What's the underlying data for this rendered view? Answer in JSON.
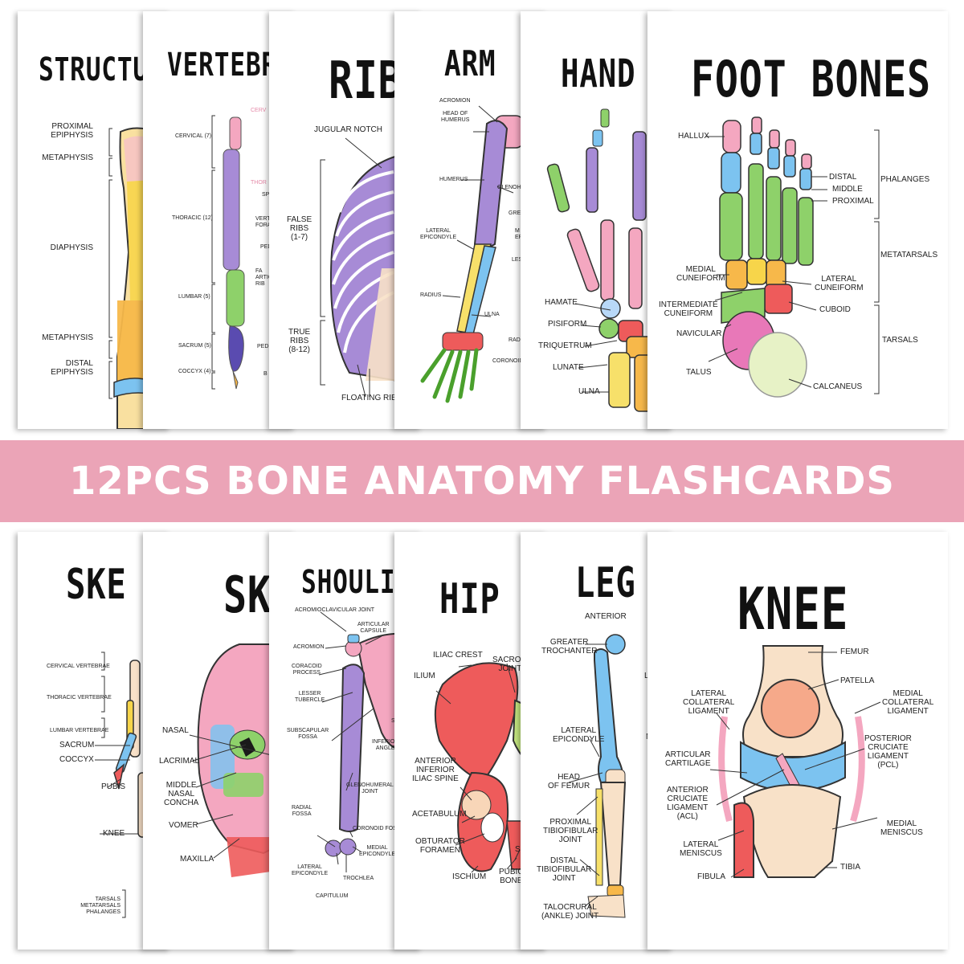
{
  "banner": {
    "text": "12PCS BONE ANATOMY FLASHCARDS",
    "color": "#eba4b7"
  },
  "colors": {
    "pink": "#f4a7c0",
    "blue": "#7cc3f0",
    "purple": "#a78bd6",
    "green": "#8ed16a",
    "yellow": "#f7d54a",
    "red": "#ee5b5b",
    "orange": "#f7b84a",
    "cream": "#f8e1c8"
  },
  "cards_top": [
    {
      "title": "STRUCTU",
      "labels": [
        "PROXIMAL\nEPIPHYSIS",
        "METAPHYSIS",
        "DIAPHYSIS",
        "METAPHYSIS",
        "DISTAL\nEPIPHYSIS"
      ]
    },
    {
      "title": "VERTEBR",
      "labels": [
        "CERVICAL (7)",
        "THORACIC (12)",
        "LUMBAR (5)",
        "SACRUM (5)",
        "COCCYX (4)",
        "CERV",
        "THOR",
        "SP",
        "VERT\nFORA",
        "PED",
        "FA\nARTIC\nRIB",
        "PEDI",
        "B"
      ]
    },
    {
      "title": "RIB",
      "labels": [
        "JUGULAR NOTCH",
        "FALSE\nRIBS\n(1-7)",
        "TRUE\nRIBS\n(8-12)",
        "FLOATING RIBS"
      ]
    },
    {
      "title": "ARM",
      "labels": [
        "ACROMION",
        "HEAD OF\nHUMERUS",
        "HUMERUS",
        "GLENOHU",
        "GREA",
        "LATERAL\nEPICONDYLE",
        "M\nEPIC",
        "LES",
        "RADIUS",
        "ULNA",
        "RADI",
        "CORONOID"
      ]
    },
    {
      "title": "HAND",
      "labels": [
        "HAMATE",
        "PISIFORM",
        "TRIQUETRUM",
        "LUNATE",
        "ULNA"
      ]
    },
    {
      "title": "FOOT BONES",
      "labels": [
        "HALLUX",
        "DISTAL",
        "MIDDLE",
        "PROXIMAL",
        "PHALANGES",
        "METATARSALS",
        "MEDIAL\nCUNEIFORM",
        "LATERAL\nCUNEIFORM",
        "INTERMEDIATE\nCUNEIFORM",
        "CUBOID",
        "NAVICULAR",
        "TARSALS",
        "TALUS",
        "CALCANEUS"
      ]
    }
  ],
  "cards_bottom": [
    {
      "title": "SKE",
      "labels": [
        "CERVICAL VERTEBRAE",
        "THORACIC VERTEBRAE",
        "LUMBAR VERTEBRAE",
        "SACRUM",
        "COCCYX",
        "PUBIS",
        "KNEE",
        "TARSALS\nMETATARSALS\nPHALANGES"
      ]
    },
    {
      "title": "SK",
      "labels": [
        "NASAL",
        "LACRIMAL",
        "MIDDLE\nNASAL\nCONCHA",
        "VOMER",
        "MAXILLA"
      ]
    },
    {
      "title": "SHOULI",
      "labels": [
        "ACROMIOCLAVICULAR JOINT",
        "ARTICULAR\nCAPSULE",
        "ACROMION",
        "CORACOID\nPROCESS",
        "LESSER\nTUBERCLE",
        "SUBSCAPULAR\nFOSSA",
        "S",
        "INFERIOR\nANGLE",
        "GLENOHUMERAL\nJOINT",
        "RADIAL\nFOSSA",
        "CORONOID FOS",
        "MEDIAL\nEPICONDYLE",
        "LATERAL\nEPICONDYLE",
        "TROCHLEA",
        "CAPITULUM"
      ]
    },
    {
      "title": "HIP",
      "labels": [
        "ILIAC CREST",
        "SACROIL\nJOINT",
        "ILIUM",
        "ANTERIOR\nINFERIOR\nILIAC SPINE",
        "ACETABULUM",
        "OBTURATOR\nFORAMEN",
        "SY",
        "ISCHIUM",
        "PUBIC\nBONE"
      ]
    },
    {
      "title": "LEG",
      "labels": [
        "ANTERIOR",
        "GREATER\nTROCHANTER",
        "LES",
        "LATERAL\nEPICONDYLE",
        "ME",
        "HEAD\nOF FEMUR",
        "PROXIMAL\nTIBIOFIBULAR\nJOINT",
        "DISTAL\nTIBIOFIBULAR\nJOINT",
        "TALOCRURAL\n(ANKLE) JOINT"
      ]
    },
    {
      "title": "KNEE",
      "labels": [
        "FEMUR",
        "PATELLA",
        "LATERAL\nCOLLATERAL\nLIGAMENT",
        "MEDIAL\nCOLLATERAL\nLIGAMENT",
        "POSTERIOR\nCRUCIATE\nLIGAMENT\n(PCL)",
        "ARTICULAR\nCARTILAGE",
        "ANTERIOR\nCRUCIATE\nLIGAMENT\n(ACL)",
        "MEDIAL\nMENISCUS",
        "LATERAL\nMENISCUS",
        "TIBIA",
        "FIBULA"
      ]
    }
  ]
}
